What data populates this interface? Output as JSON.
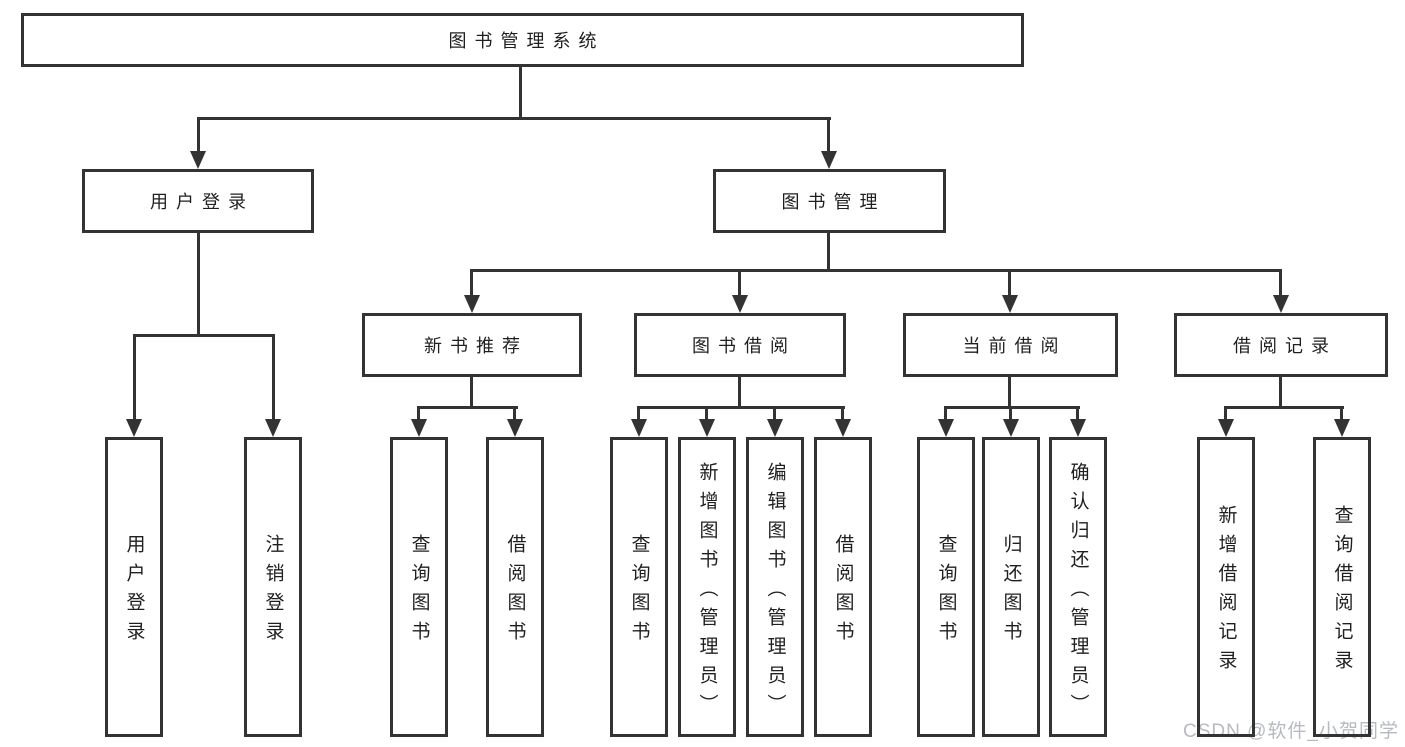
{
  "nodes": {
    "root": "图书管理系统",
    "user_login": "用户登录",
    "book_management": "图书管理",
    "new_book_recommend": "新书推荐",
    "book_borrow": "图书借阅",
    "current_borrow": "当前借阅",
    "borrow_records": "借阅记录",
    "user_login_leaf": "用户登录",
    "logout_leaf": "注销登录",
    "query_book_1": "查询图书",
    "borrow_book_1": "借阅图书",
    "query_book_2": "查询图书",
    "add_book_admin": "新增图书（管理员）",
    "edit_book_admin": "编辑图书（管理员）",
    "borrow_book_2": "借阅图书",
    "query_book_3": "查询图书",
    "return_book": "归还图书",
    "confirm_return_admin": "确认归还（管理员）",
    "add_borrow_record": "新增借阅记录",
    "query_borrow_record": "查询借阅记录"
  },
  "hierarchy": {
    "图书管理系统": {
      "用户登录": [
        "用户登录",
        "注销登录"
      ],
      "图书管理": {
        "新书推荐": [
          "查询图书",
          "借阅图书"
        ],
        "图书借阅": [
          "查询图书",
          "新增图书（管理员）",
          "编辑图书（管理员）",
          "借阅图书"
        ],
        "当前借阅": [
          "查询图书",
          "归还图书",
          "确认归还（管理员）"
        ],
        "借阅记录": [
          "新增借阅记录",
          "查询借阅记录"
        ]
      }
    }
  },
  "watermark": "CSDN @软件_小贺同学",
  "colors": {
    "line": "#333333",
    "text": "#1f1f1f",
    "watermark": "#b7bac1",
    "background": "#ffffff"
  }
}
